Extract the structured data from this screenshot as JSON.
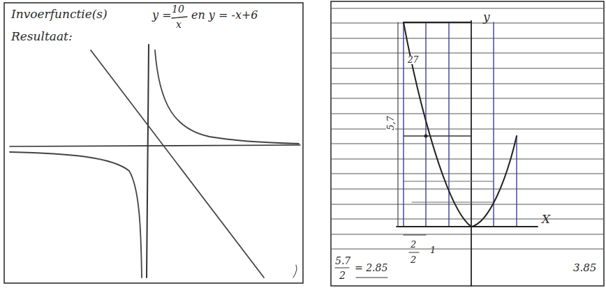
{
  "diagram": {
    "labels": [
      "Invoerfunctie(s)",
      "y =",
      "10",
      "x",
      "en y = -x+6",
      "Resultaat:",
      "y",
      "X",
      "27",
      "5,7",
      "2",
      "2",
      "1",
      "5.7",
      "2",
      "= 2.85",
      "3.85"
    ]
  }
}
